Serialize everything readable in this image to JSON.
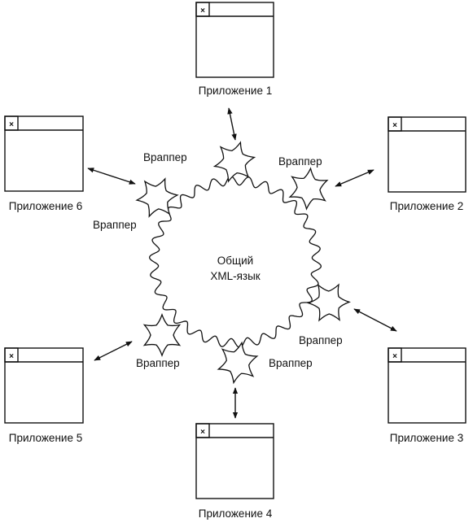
{
  "center": {
    "line1": "Общий",
    "line2": "XML-язык"
  },
  "apps": [
    {
      "id": "1",
      "label": "Приложение 1",
      "close": "×"
    },
    {
      "id": "2",
      "label": "Приложение 2",
      "close": "×"
    },
    {
      "id": "3",
      "label": "Приложение 3",
      "close": "×"
    },
    {
      "id": "4",
      "label": "Приложение 4",
      "close": "×"
    },
    {
      "id": "5",
      "label": "Приложение 5",
      "close": "×"
    },
    {
      "id": "6",
      "label": "Приложение 6",
      "close": "×"
    }
  ],
  "wrappers": [
    {
      "id": "1",
      "label": "Враппер"
    },
    {
      "id": "2",
      "label": "Враппер"
    },
    {
      "id": "3",
      "label": "Враппер"
    },
    {
      "id": "4",
      "label": "Враппер"
    },
    {
      "id": "5",
      "label": "Враппер"
    },
    {
      "id": "6",
      "label": "Враппер"
    }
  ]
}
